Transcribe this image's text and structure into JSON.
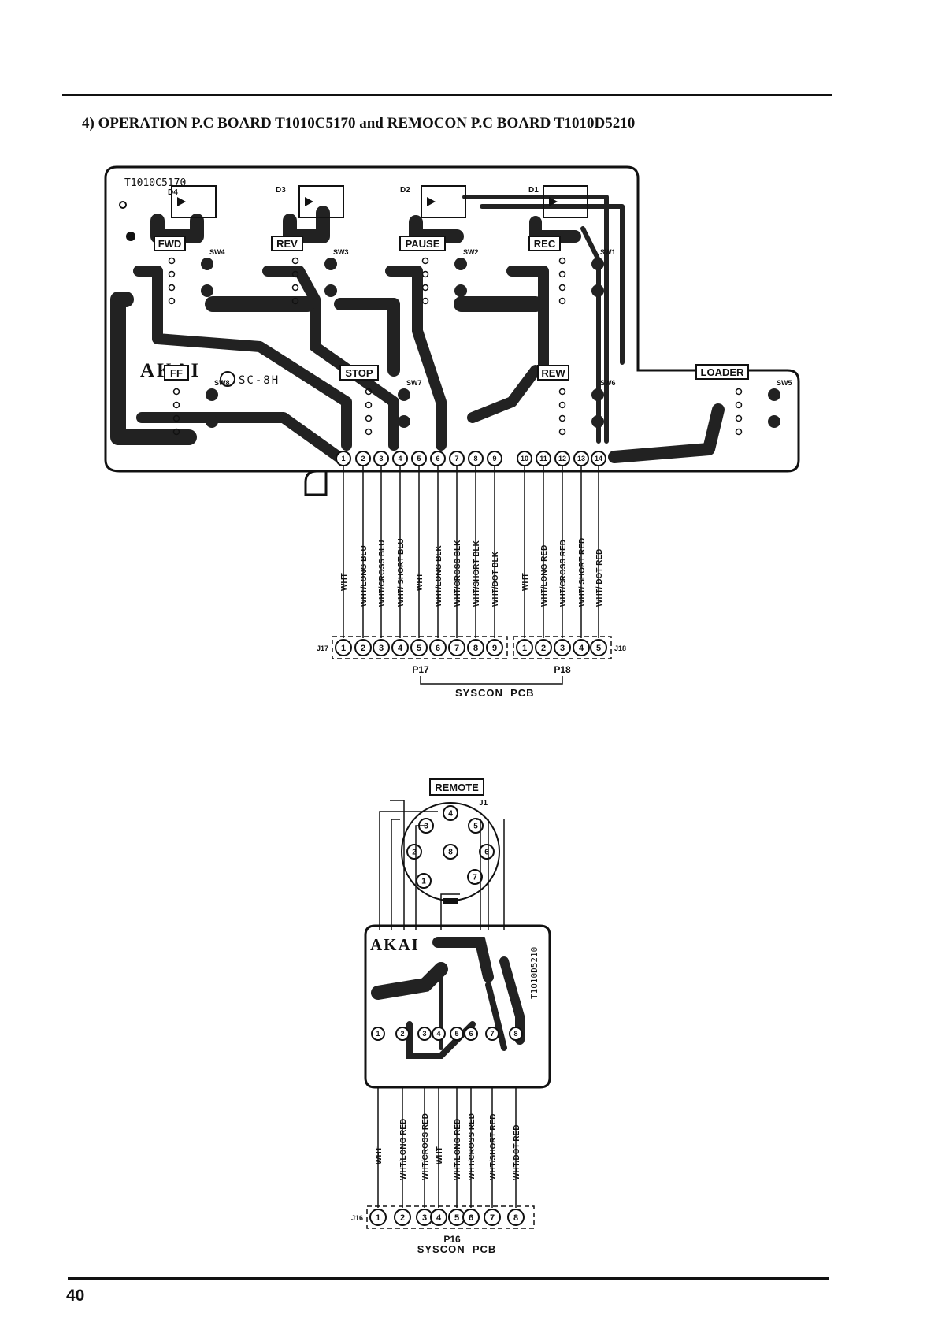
{
  "page": {
    "heading": "4) OPERATION P.C BOARD T1010C5170 and REMOCON P.C BOARD T1010D5210",
    "page_number": "40"
  },
  "operation_board": {
    "part_code": "T1010C5170",
    "brand": "AKAI",
    "model_mark": "SC-8H",
    "leds": [
      {
        "id": "leds.0",
        "label": "D4"
      },
      {
        "id": "leds.1",
        "label": "D3"
      },
      {
        "id": "leds.2",
        "label": "D2"
      },
      {
        "id": "leds.3",
        "label": "D1"
      }
    ],
    "buttons": [
      {
        "label": "FWD",
        "switch": "SW4"
      },
      {
        "label": "REV",
        "switch": "SW3"
      },
      {
        "label": "PAUSE",
        "switch": "SW2"
      },
      {
        "label": "REC",
        "switch": "SW1"
      },
      {
        "label": "FF",
        "switch": "SW8"
      },
      {
        "label": "STOP",
        "switch": "SW7"
      },
      {
        "label": "REW",
        "switch": "SW6"
      },
      {
        "label": "LOADER",
        "switch": "SW5"
      }
    ],
    "pads": [
      "1",
      "2",
      "3",
      "4",
      "5",
      "6",
      "7",
      "8",
      "9",
      "10",
      "11",
      "12",
      "13",
      "14"
    ],
    "wires": [
      "WHT",
      "WHT/LONG BLU",
      "WHT/CROSS BLU",
      "WHT/ SHORT BLU",
      "WHT",
      "WHT/LONG BLK",
      "WHT/CROSS BLK",
      "WHT/SHORT BLK",
      "WHT/DOT BLK",
      "WHT",
      "WHT/LONG RED",
      "WHT/CROSS RED",
      "WHT/ SHORT RED",
      "WHT/ DOT RED"
    ],
    "connector_left": {
      "jack": "J17",
      "plug": "P17",
      "pins": [
        "1",
        "2",
        "3",
        "4",
        "5",
        "6",
        "7",
        "8",
        "9"
      ]
    },
    "connector_right": {
      "jack": "J18",
      "plug": "P18",
      "pins": [
        "1",
        "2",
        "3",
        "4",
        "5"
      ]
    },
    "destination": "SYSCON  PCB"
  },
  "remocon_board": {
    "socket_label": "REMOTE",
    "jack": "J1",
    "socket_pins": [
      "1",
      "2",
      "3",
      "4",
      "5",
      "6",
      "7",
      "8"
    ],
    "part_code": "T1010D5210",
    "brand": "AKAI",
    "pads": [
      "1",
      "2",
      "3",
      "4",
      "5",
      "6",
      "7",
      "8"
    ],
    "wires": [
      "WHT",
      "WHT/LONG RED",
      "WHT/CROSS RED",
      "WHT",
      "WHT/LONG RED",
      "WHT/CROSS RED",
      "WHT/SHORT RED",
      "WHT/DOT RED"
    ],
    "connector": {
      "jack": "J16",
      "plug": "P16",
      "pins": [
        "1",
        "2",
        "3",
        "4",
        "5",
        "6",
        "7",
        "8"
      ]
    },
    "destination": "SYSCON  PCB"
  }
}
